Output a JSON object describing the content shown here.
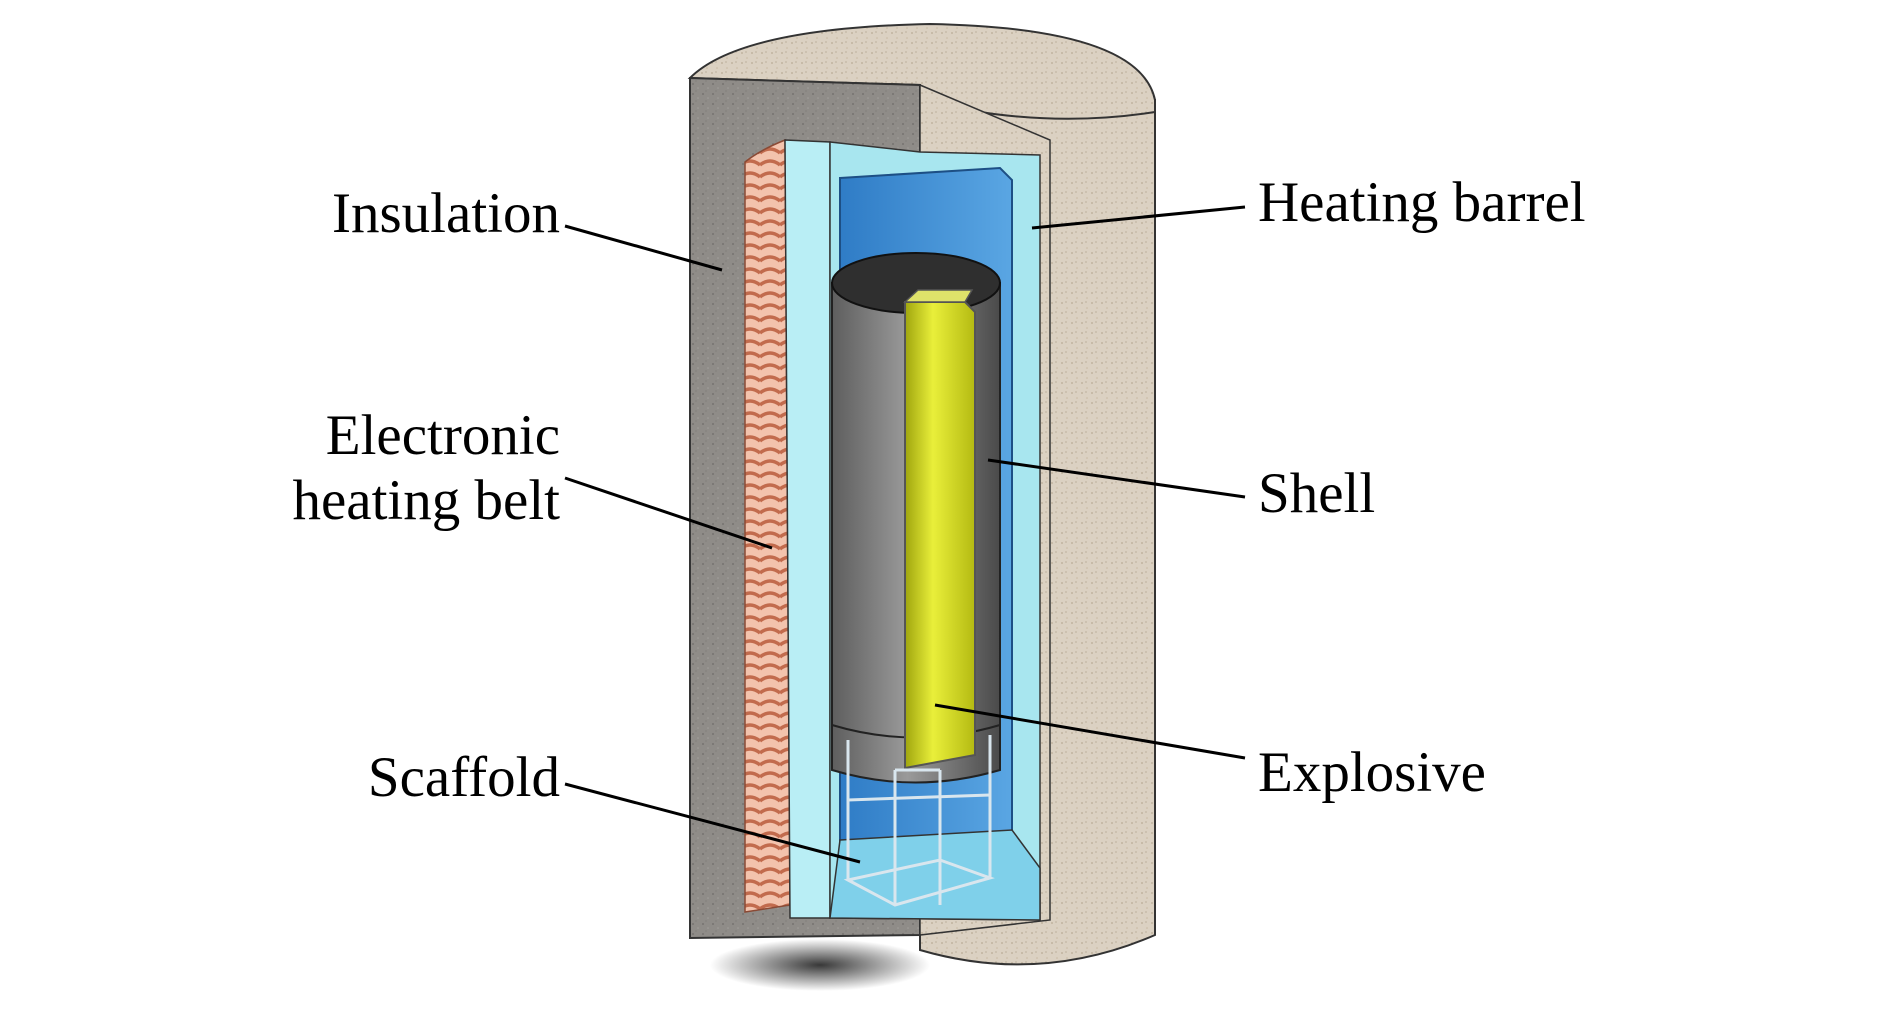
{
  "labels": {
    "insulation": "Insulation",
    "heating_belt_line1": "Electronic",
    "heating_belt_line2": "heating belt",
    "scaffold": "Scaffold",
    "heating_barrel": "Heating barrel",
    "shell": "Shell",
    "explosive": "Explosive"
  },
  "colors": {
    "insulation": "#8d8b88",
    "barrel_concrete": "#d9cfbe",
    "heating_belt": "#d98a6e",
    "water": "#a8e6ef",
    "barrel_blue": "#3f8fd4",
    "shell": "#6b6b6b",
    "explosive": "#c8cf1a"
  }
}
